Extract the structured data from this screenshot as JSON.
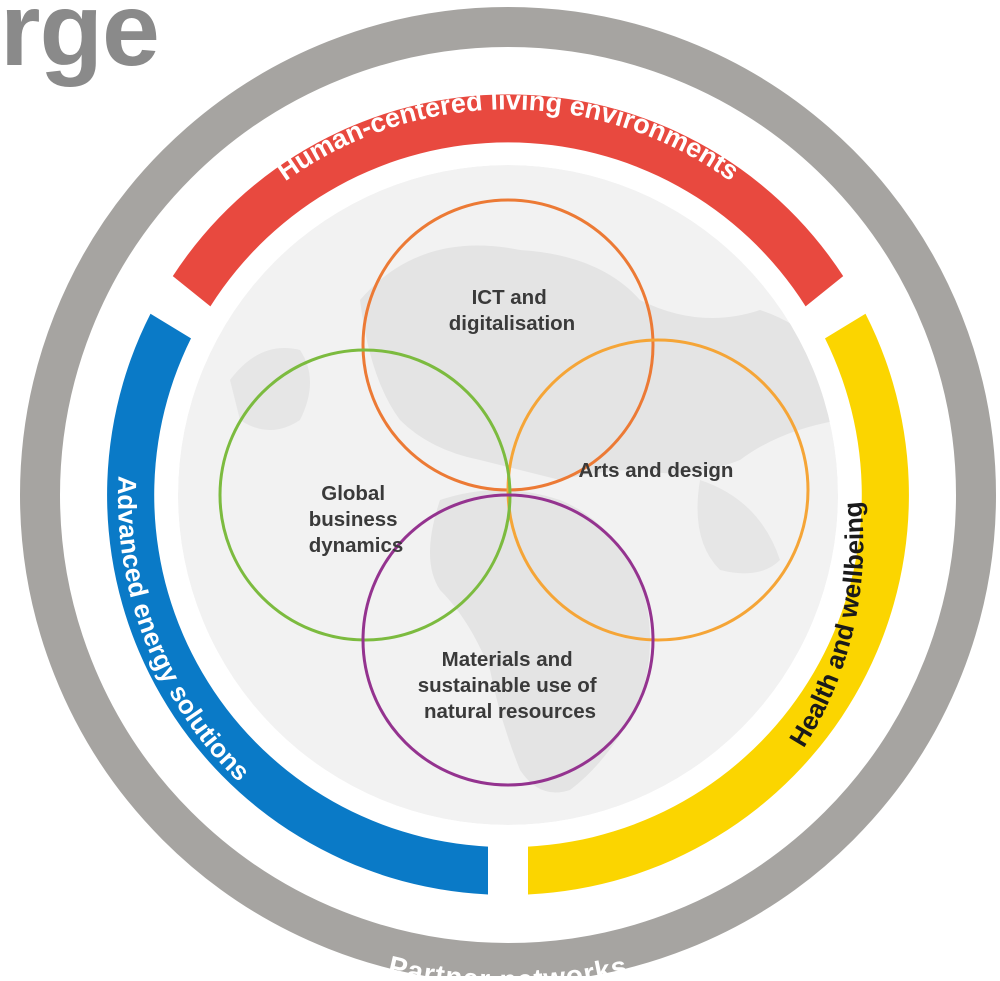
{
  "corner_title": "rge",
  "outer_ring": {
    "label": "Partner networks",
    "color": "#a6a4a1"
  },
  "segments": [
    {
      "id": "top",
      "label": "Human-centered living environments",
      "color": "#e8493f"
    },
    {
      "id": "left",
      "label": "Advanced energy solutions",
      "color": "#0a7ac7"
    },
    {
      "id": "right",
      "label": "Health and wellbeing",
      "color": "#fbd500"
    }
  ],
  "circles": [
    {
      "id": "ict",
      "lines": [
        "ICT and",
        "digitalisation"
      ],
      "color": "#ec7a35"
    },
    {
      "id": "arts",
      "lines": [
        "Arts and design"
      ],
      "color": "#f5a537"
    },
    {
      "id": "global",
      "lines": [
        "Global",
        "business",
        "dynamics"
      ],
      "color": "#7cbb3f"
    },
    {
      "id": "materials",
      "lines": [
        "Materials and",
        "sustainable use of",
        "natural resources"
      ],
      "color": "#94338f"
    }
  ]
}
